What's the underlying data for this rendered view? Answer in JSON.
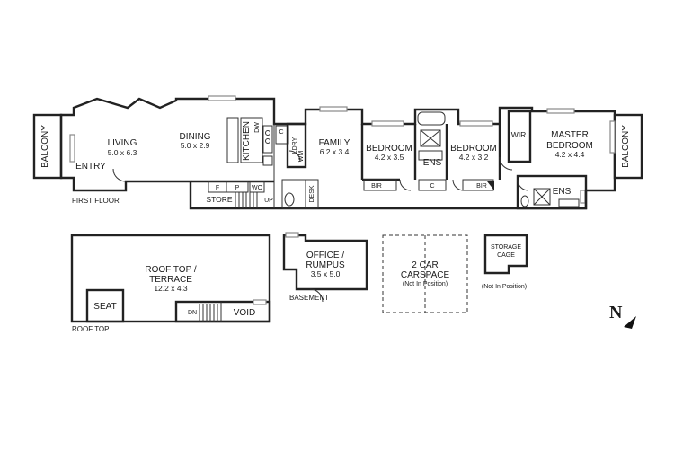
{
  "sections": {
    "first_floor": "FIRST FLOOR",
    "roof_top": "ROOF TOP",
    "basement": "BASEMENT"
  },
  "rooms": {
    "balcony_left": "BALCONY",
    "entry": "ENTRY",
    "living": {
      "name": "LIVING",
      "size": "5.0 x 6.3"
    },
    "dining": {
      "name": "DINING",
      "size": "5.0 x 2.9"
    },
    "kitchen": "KITCHEN",
    "dw": "DW",
    "c_kitchen": "C",
    "store": "STORE",
    "f": "F",
    "p": "P",
    "wo": "WO",
    "up": "UP",
    "ldry": "LDRY",
    "wm": "WM",
    "desk": "DESK",
    "family": {
      "name": "FAMILY",
      "size": "6.2 x 3.4"
    },
    "bedroom2": {
      "name": "BEDROOM",
      "size": "4.2 x 3.5"
    },
    "bir2": "BIR",
    "ens_mid": "ENS",
    "c_mid": "C",
    "bedroom3": {
      "name": "BEDROOM",
      "size": "4.2 x 3.2"
    },
    "bir3": "BIR",
    "wir": "WIR",
    "master": {
      "name1": "MASTER",
      "name2": "BEDROOM",
      "size": "4.2 x 4.4"
    },
    "ens_master": "ENS",
    "balcony_right": "BALCONY",
    "roof_terrace": {
      "name1": "ROOF TOP /",
      "name2": "TERRACE",
      "size": "12.2 x 4.3"
    },
    "seat": "SEAT",
    "dn": "DN",
    "void": "VOID",
    "office": {
      "name1": "OFFICE /",
      "name2": "RUMPUS",
      "size": "3.5 x 5.0"
    },
    "carspace": {
      "name1": "2 CAR",
      "name2": "CARSPACE",
      "note": "(Not In Position)"
    },
    "storage": {
      "name1": "STORAGE",
      "name2": "CAGE",
      "note": "(Not In Position)"
    }
  },
  "compass": {
    "letter": "N"
  }
}
